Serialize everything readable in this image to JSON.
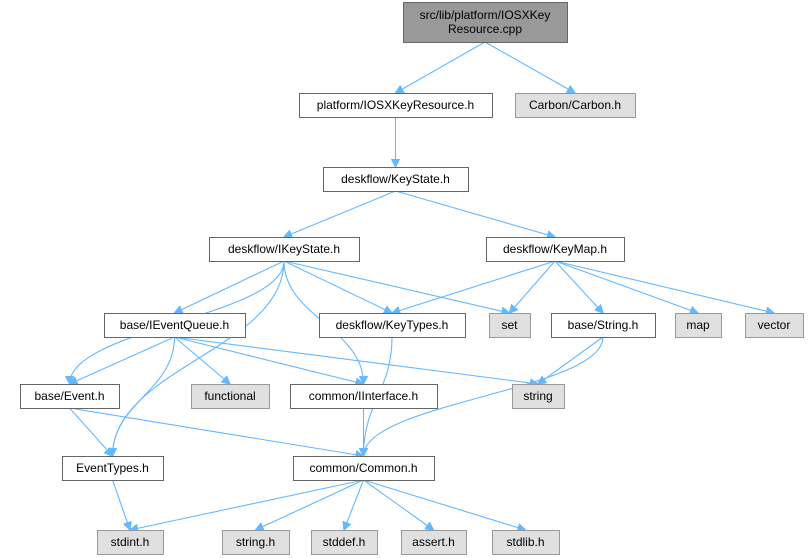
{
  "colors": {
    "edge": "#63b8ff",
    "root_fill": "#999999",
    "root_stroke": "#666666",
    "local_fill": "#ffffff",
    "local_stroke": "#666666",
    "system_fill": "#e0e0e0",
    "system_stroke": "#999999"
  },
  "nodes": {
    "root": {
      "lines": [
        "src/lib/platform/IOSXKey",
        "Resource.cpp"
      ],
      "kind": "root"
    },
    "iosxkeyres": {
      "lines": [
        "platform/IOSXKeyResource.h"
      ],
      "kind": "local"
    },
    "carbon": {
      "lines": [
        "Carbon/Carbon.h"
      ],
      "kind": "system"
    },
    "keystate": {
      "lines": [
        "deskflow/KeyState.h"
      ],
      "kind": "local"
    },
    "ikeystate": {
      "lines": [
        "deskflow/IKeyState.h"
      ],
      "kind": "local"
    },
    "keymap": {
      "lines": [
        "deskflow/KeyMap.h"
      ],
      "kind": "local"
    },
    "ieventqueue": {
      "lines": [
        "base/IEventQueue.h"
      ],
      "kind": "local"
    },
    "keytypes": {
      "lines": [
        "deskflow/KeyTypes.h"
      ],
      "kind": "local"
    },
    "set": {
      "lines": [
        "set"
      ],
      "kind": "system"
    },
    "basestring": {
      "lines": [
        "base/String.h"
      ],
      "kind": "local"
    },
    "map": {
      "lines": [
        "map"
      ],
      "kind": "system"
    },
    "vector": {
      "lines": [
        "vector"
      ],
      "kind": "system"
    },
    "event": {
      "lines": [
        "base/Event.h"
      ],
      "kind": "local"
    },
    "functional": {
      "lines": [
        "functional"
      ],
      "kind": "system"
    },
    "iinterface": {
      "lines": [
        "common/IInterface.h"
      ],
      "kind": "local"
    },
    "string": {
      "lines": [
        "string"
      ],
      "kind": "system"
    },
    "eventtypes": {
      "lines": [
        "EventTypes.h"
      ],
      "kind": "local"
    },
    "common": {
      "lines": [
        "common/Common.h"
      ],
      "kind": "local"
    },
    "stdint": {
      "lines": [
        "stdint.h"
      ],
      "kind": "system"
    },
    "stringh": {
      "lines": [
        "string.h"
      ],
      "kind": "system"
    },
    "stddef": {
      "lines": [
        "stddef.h"
      ],
      "kind": "system"
    },
    "assert": {
      "lines": [
        "assert.h"
      ],
      "kind": "system"
    },
    "stdlib": {
      "lines": [
        "stdlib.h"
      ],
      "kind": "system"
    }
  },
  "edges": [
    [
      "root",
      "iosxkeyres"
    ],
    [
      "root",
      "carbon"
    ],
    [
      "iosxkeyres",
      "keystate"
    ],
    [
      "keystate",
      "ikeystate"
    ],
    [
      "keystate",
      "keymap"
    ],
    [
      "ikeystate",
      "ieventqueue"
    ],
    [
      "ikeystate",
      "keytypes"
    ],
    [
      "ikeystate",
      "set"
    ],
    [
      "ikeystate",
      "event"
    ],
    [
      "ikeystate",
      "iinterface"
    ],
    [
      "ikeystate",
      "eventtypes"
    ],
    [
      "keymap",
      "keytypes"
    ],
    [
      "keymap",
      "set"
    ],
    [
      "keymap",
      "basestring"
    ],
    [
      "keymap",
      "map"
    ],
    [
      "keymap",
      "vector"
    ],
    [
      "ieventqueue",
      "event"
    ],
    [
      "ieventqueue",
      "functional"
    ],
    [
      "ieventqueue",
      "iinterface"
    ],
    [
      "ieventqueue",
      "string"
    ],
    [
      "ieventqueue",
      "eventtypes"
    ],
    [
      "keytypes",
      "common"
    ],
    [
      "basestring",
      "string"
    ],
    [
      "basestring",
      "common"
    ],
    [
      "event",
      "eventtypes"
    ],
    [
      "event",
      "common"
    ],
    [
      "iinterface",
      "common"
    ],
    [
      "eventtypes",
      "stdint"
    ],
    [
      "common",
      "stdint"
    ],
    [
      "common",
      "stringh"
    ],
    [
      "common",
      "stddef"
    ],
    [
      "common",
      "assert"
    ],
    [
      "common",
      "stdlib"
    ]
  ]
}
